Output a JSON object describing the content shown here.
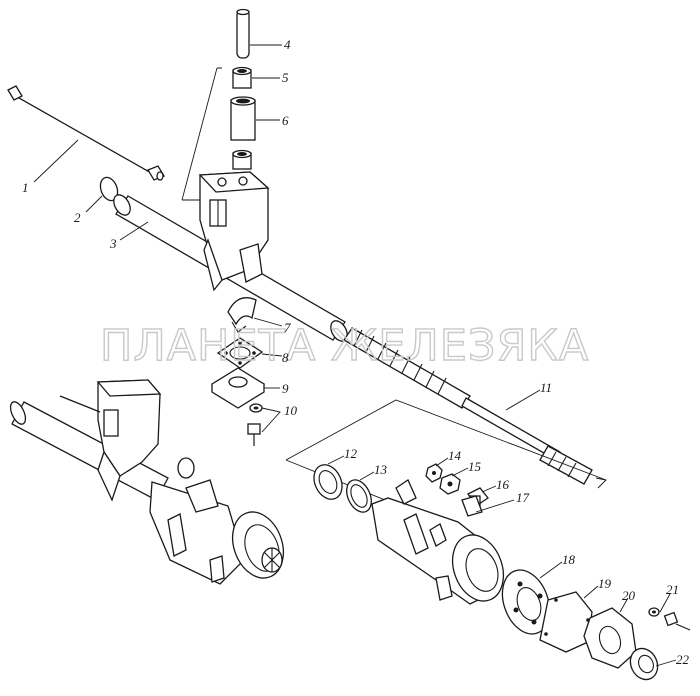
{
  "watermark": "ПЛАНЕТА ЖЕЛЕЗЯКА",
  "labels": {
    "l1": "1",
    "l2": "2",
    "l3": "3",
    "l4": "4",
    "l5": "5",
    "l6": "6",
    "l7": "7",
    "l8": "8",
    "l9": "9",
    "l10": "10",
    "l11": "11",
    "l12": "12",
    "l13": "13",
    "l14": "14",
    "l15": "15",
    "l16": "16",
    "l17": "17",
    "l18": "18",
    "l19": "19",
    "l20": "20",
    "l21": "21",
    "l22": "22"
  },
  "colors": {
    "line": "#1a1a1a",
    "watermark": "#c9c9c9",
    "background": "#ffffff"
  }
}
